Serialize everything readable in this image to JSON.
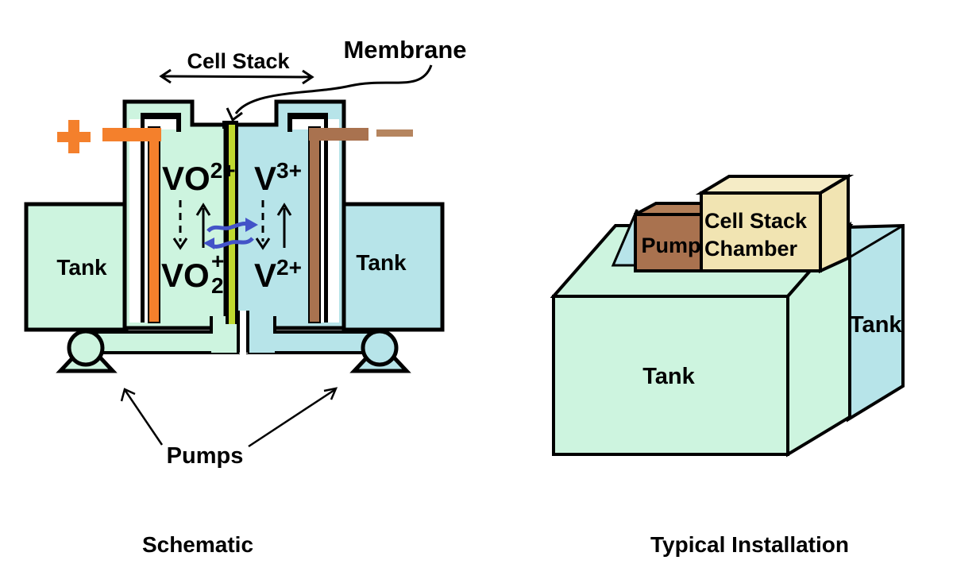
{
  "schematic": {
    "caption": "Schematic",
    "cell_stack_label": "Cell Stack",
    "membrane_label": "Membrane",
    "pumps_label": "Pumps",
    "tank_left_label": "Tank",
    "tank_right_label": "Tank",
    "positive_terminal_symbol": "+",
    "negative_terminal_symbol": "−",
    "ions": {
      "left_top": {
        "base": "VO",
        "sup": "2+"
      },
      "left_bottom": {
        "base": "VO",
        "sup": "+",
        "sub": "2"
      },
      "right_top": {
        "base": "V",
        "sup": "3+"
      },
      "right_bottom": {
        "base": "V",
        "sup": "2+"
      }
    }
  },
  "installation": {
    "caption": "Typical Installation",
    "tank_front_label": "Tank",
    "tank_rear_label": "Tank",
    "pump_label": "Pump",
    "chamber_line1": "Cell Stack",
    "chamber_line2": "Chamber"
  },
  "colors": {
    "mint": "#CDF4DF",
    "aqua": "#B7E4E9",
    "membrane_yellow": "#BFD92F",
    "orange": "#F4802C",
    "brown": "#A9724F",
    "brown_light": "#B5855F",
    "brown_top": "#B27E58",
    "tan": "#F1E4B2",
    "tan_top": "#F5ECC6",
    "crossover_blue": "#4353C8",
    "outline": "#000000"
  }
}
